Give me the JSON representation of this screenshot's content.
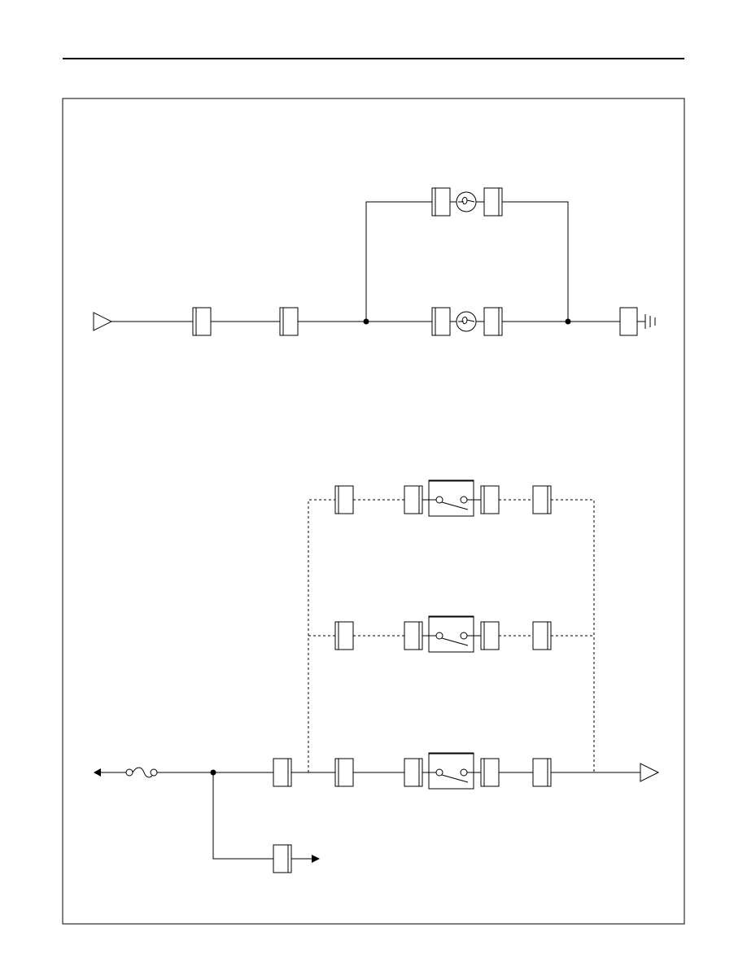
{
  "diagram": {
    "colors": {
      "line": "#000000",
      "background": "#ffffff"
    },
    "sections": [
      {
        "id": "lamp-circuit",
        "components": [
          "input-terminal",
          "connector",
          "connector",
          "junction",
          "lamp",
          "lamp",
          "junction",
          "connector",
          "ground-icon"
        ]
      },
      {
        "id": "switch-circuit",
        "components": [
          "battery-arrow-icon",
          "fuse-icon",
          "junction",
          "connector",
          "switch",
          "switch",
          "switch",
          "output-terminal",
          "output-arrow-icon"
        ]
      }
    ]
  }
}
